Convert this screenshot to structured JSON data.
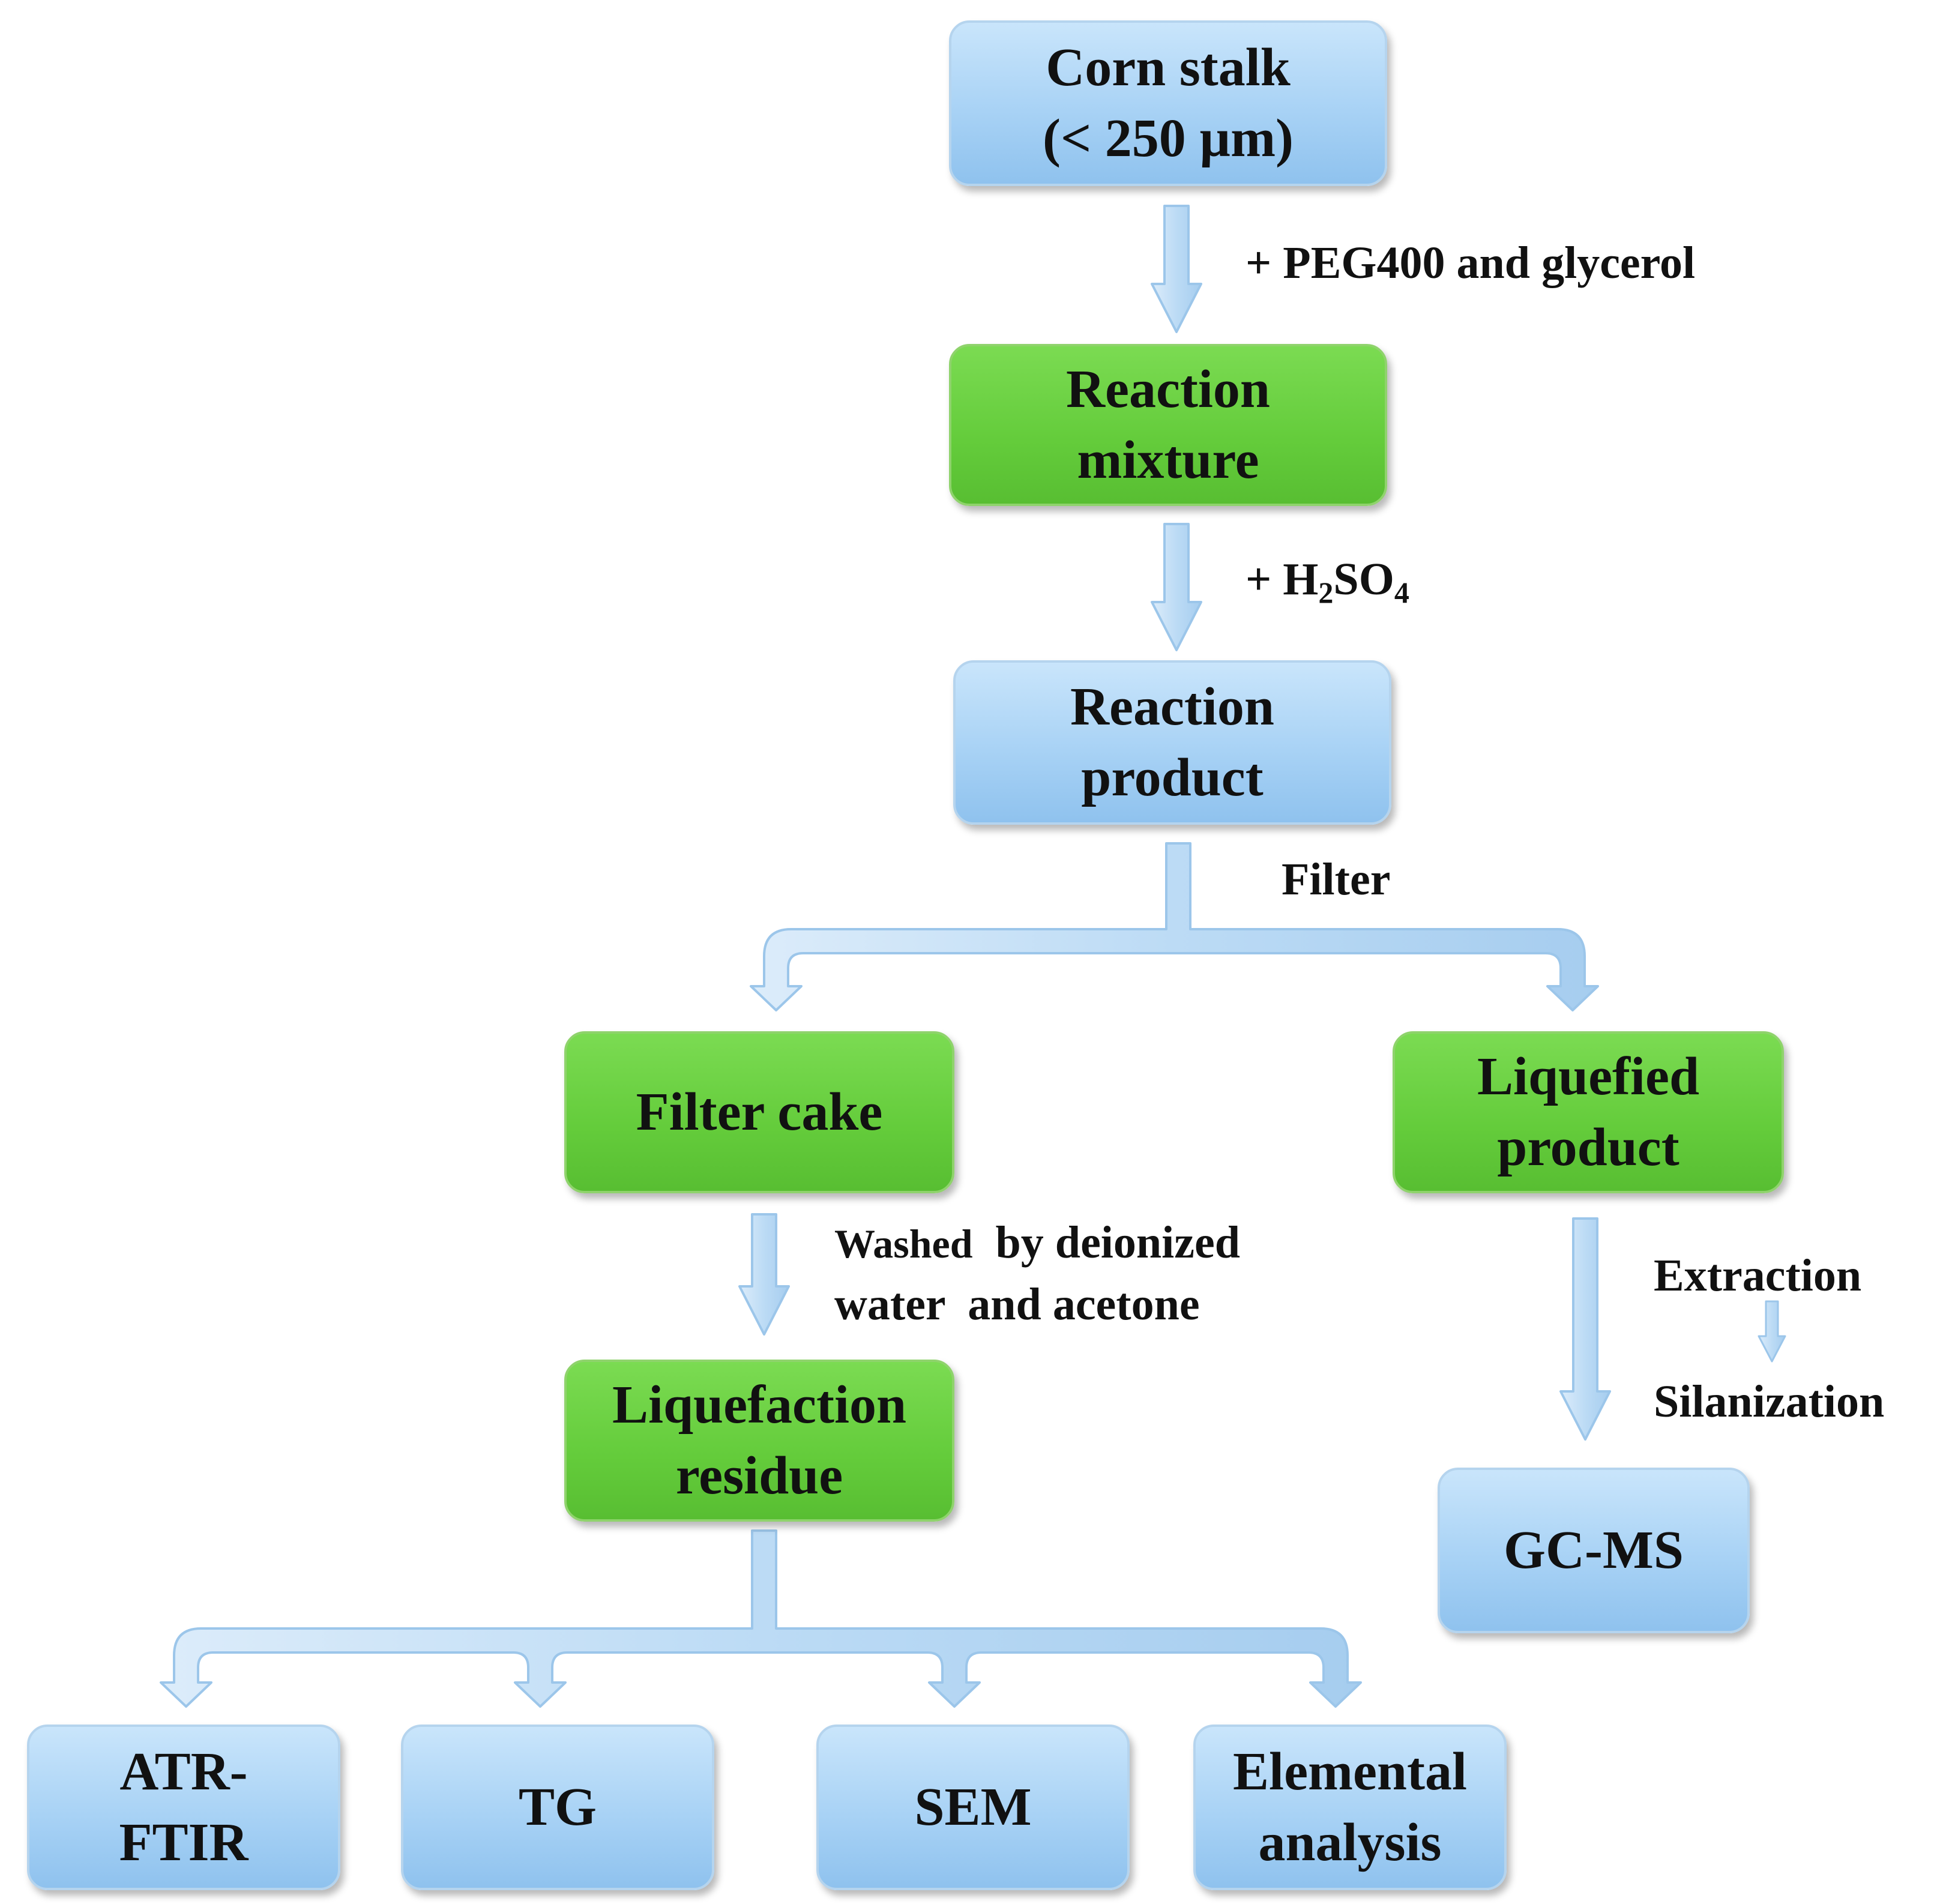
{
  "boxes": {
    "corn_stalk": [
      "Corn stalk",
      "(< 250 µm)"
    ],
    "reaction_mixture": [
      "Reaction",
      "mixture"
    ],
    "reaction_product": [
      "Reaction",
      "product"
    ],
    "filter_cake": [
      "Filter cake"
    ],
    "liquefied_product": [
      "Liquefied",
      "product"
    ],
    "liquefaction_residue": [
      "Liquefaction",
      "residue"
    ],
    "gc_ms": [
      "GC-MS"
    ],
    "atr_ftir": [
      "ATR-",
      "FTIR"
    ],
    "tg": [
      "TG"
    ],
    "sem": [
      "SEM"
    ],
    "elemental_analysis": [
      "Elemental",
      "analysis"
    ]
  },
  "labels": {
    "peg_glycerol": "+ PEG400 and glycerol",
    "h2so4_prefix": "+ H",
    "h2so4_sub1": "2",
    "h2so4_mid": "SO",
    "h2so4_sub2": "4",
    "filter": "Filter",
    "washed_word": "Washed",
    "washed_rest": "by deionized",
    "washed_line2": "water  and acetone",
    "extraction": "Extraction",
    "silanization": "Silanization"
  }
}
